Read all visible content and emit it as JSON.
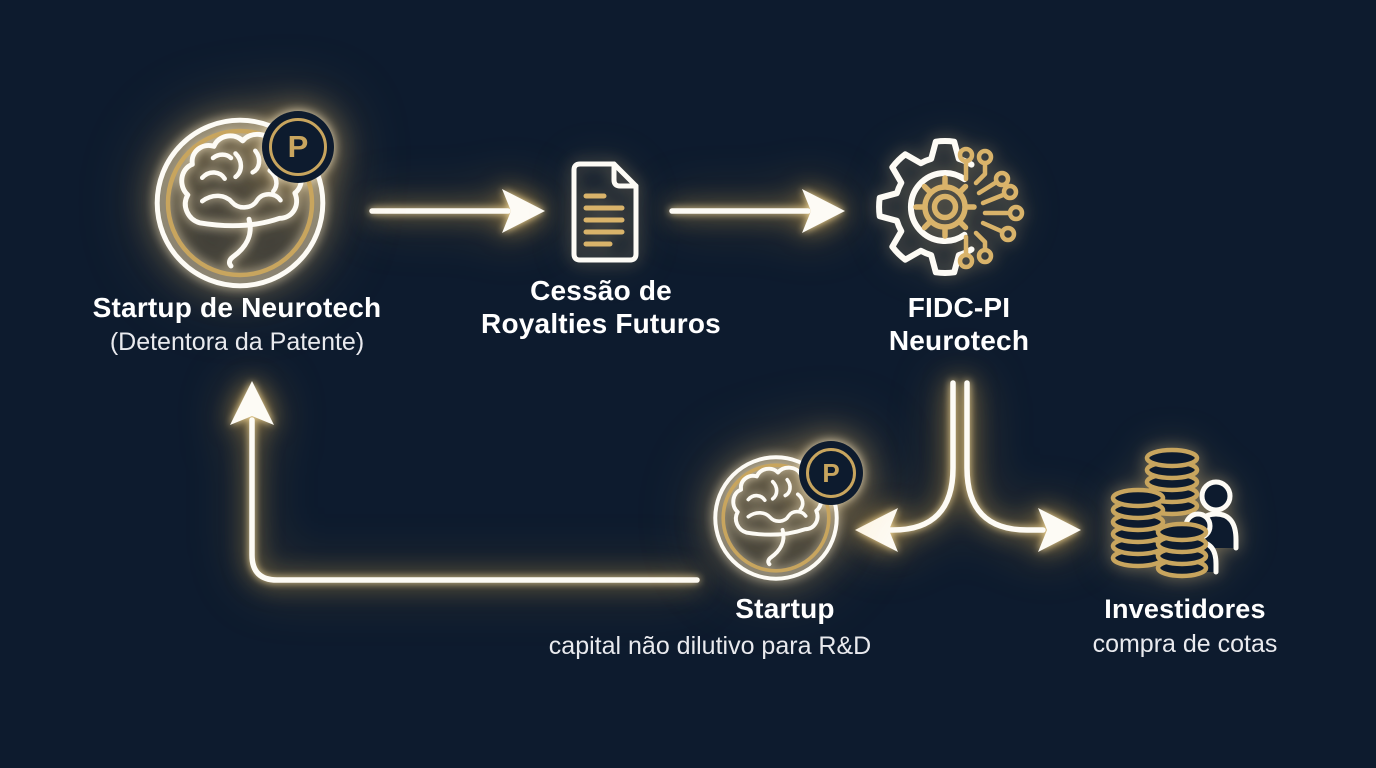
{
  "colors": {
    "background": "#0d1b2e",
    "line_white": "#fdfbf5",
    "gold": "#c8a55e",
    "gold_bright": "#d9b36a",
    "glow_warm": "#ffd98a",
    "text_white": "#ffffff"
  },
  "nodes": {
    "startup_top": {
      "icon": "brain-patent-icon",
      "badge": "P",
      "title": "Startup de Neurotech",
      "subtitle": "(Detentora da Patente)"
    },
    "cessao_royalties": {
      "icon": "document-icon",
      "line1": "Cessão de",
      "line2": "Royalties Futuros"
    },
    "fidc_pi": {
      "icon": "gear-circuit-icon",
      "line1": "FIDC-PI",
      "line2": "Neurotech"
    },
    "startup_bottom": {
      "icon": "brain-patent-icon",
      "badge": "P",
      "title": "Startup",
      "subtitle": "capital não dilutivo para R&D"
    },
    "investidores": {
      "icon": "coins-people-icon",
      "title": "Investidores",
      "subtitle": "compra de cotas"
    }
  },
  "flows": [
    {
      "from": "startup_top",
      "to": "cessao_royalties",
      "type": "arrow-right"
    },
    {
      "from": "cessao_royalties",
      "to": "fidc_pi",
      "type": "arrow-right"
    },
    {
      "from": "fidc_pi",
      "to": "startup_bottom",
      "type": "split-arrow-left"
    },
    {
      "from": "fidc_pi",
      "to": "investidores",
      "type": "split-arrow-right"
    },
    {
      "from": "startup_bottom",
      "to": "startup_top",
      "type": "return-arrow-up"
    }
  ]
}
